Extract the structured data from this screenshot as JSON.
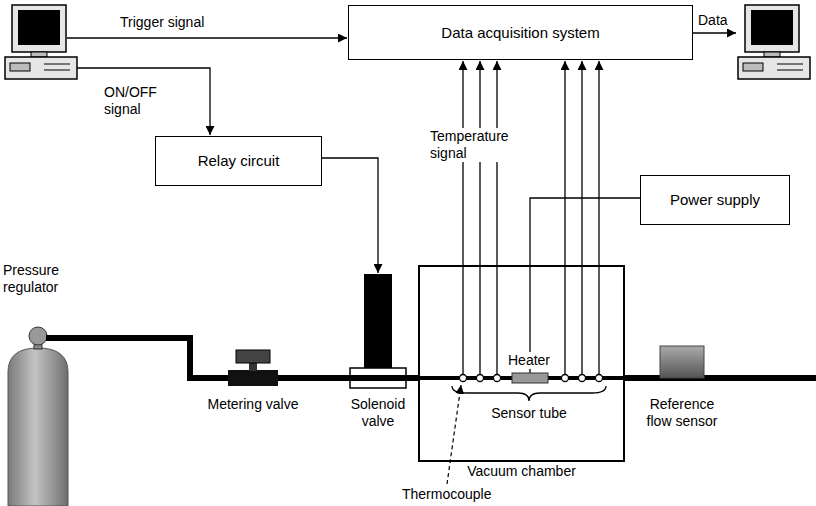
{
  "diagram": {
    "nodes": [
      {
        "text": [
          "Data acquisition system"
        ]
      },
      {
        "text": [
          "Relay circuit"
        ]
      },
      {
        "text": [
          "Power supply"
        ]
      },
      {
        "text": [
          "Vacuum chamber"
        ]
      }
    ],
    "labels": [
      "Trigger signal",
      "Data",
      "ON/OFF signal",
      "Temperature signal",
      "Pressure regulator",
      "Heater",
      "Metering valve",
      "Solenoid valve",
      "Sensor tube",
      "Reference flow sensor",
      "Thermocouple"
    ]
  }
}
